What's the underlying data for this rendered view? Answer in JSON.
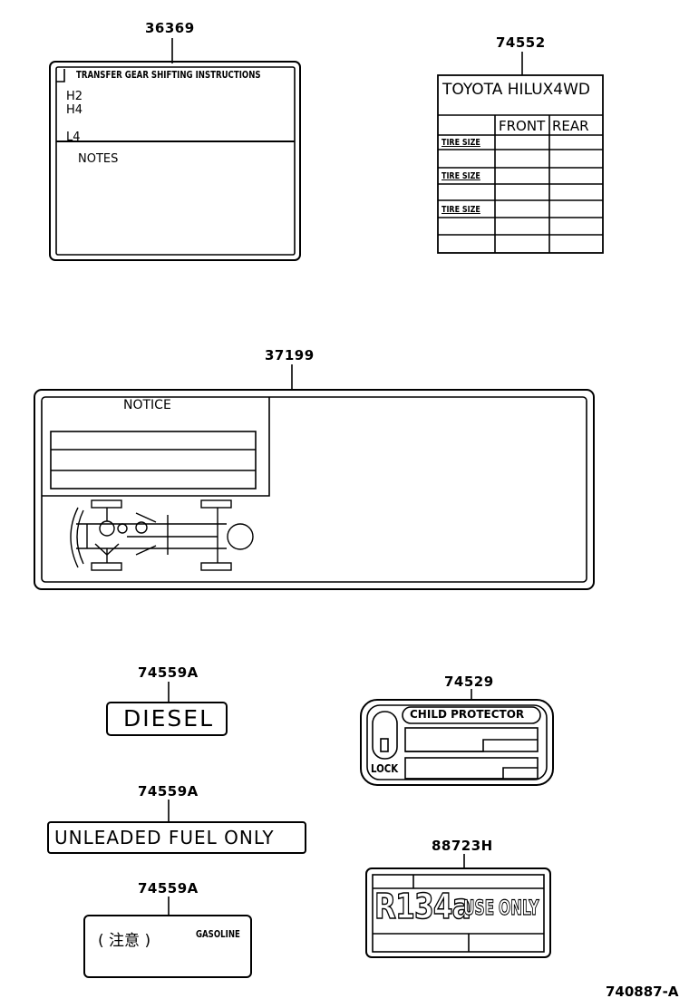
{
  "parts": {
    "transfer_label": "36369",
    "tire_label": "74552",
    "notice_label": "37199",
    "diesel_label": "74559A",
    "unleaded_label": "74559A",
    "gasoline_label": "74559A",
    "child_label": "74529",
    "r134a_label": "88723H"
  },
  "transfer": {
    "title": "TRANSFER GEAR SHIFTING INSTRUCTIONS",
    "h2": "H2",
    "h4": "H4",
    "l4": "L4",
    "notes": "NOTES"
  },
  "tire": {
    "title": "TOYOTA HILUX4WD",
    "front": "FRONT",
    "rear": "REAR",
    "row1": "TIRE SIZE",
    "row2": "TIRE SIZE",
    "row3": "TIRE SIZE"
  },
  "notice": {
    "title": "NOTICE"
  },
  "diesel": {
    "text": "DIESEL"
  },
  "unleaded": {
    "text": "UNLEADED FUEL ONLY"
  },
  "gasoline": {
    "jp": "( 注意 )",
    "text": "GASOLINE"
  },
  "child": {
    "title": "CHILD PROTECTOR",
    "lock": "LOCK"
  },
  "r134a": {
    "big": "R134a",
    "use": "USE",
    "only": "ONLY"
  },
  "figure_id": "740887-A"
}
